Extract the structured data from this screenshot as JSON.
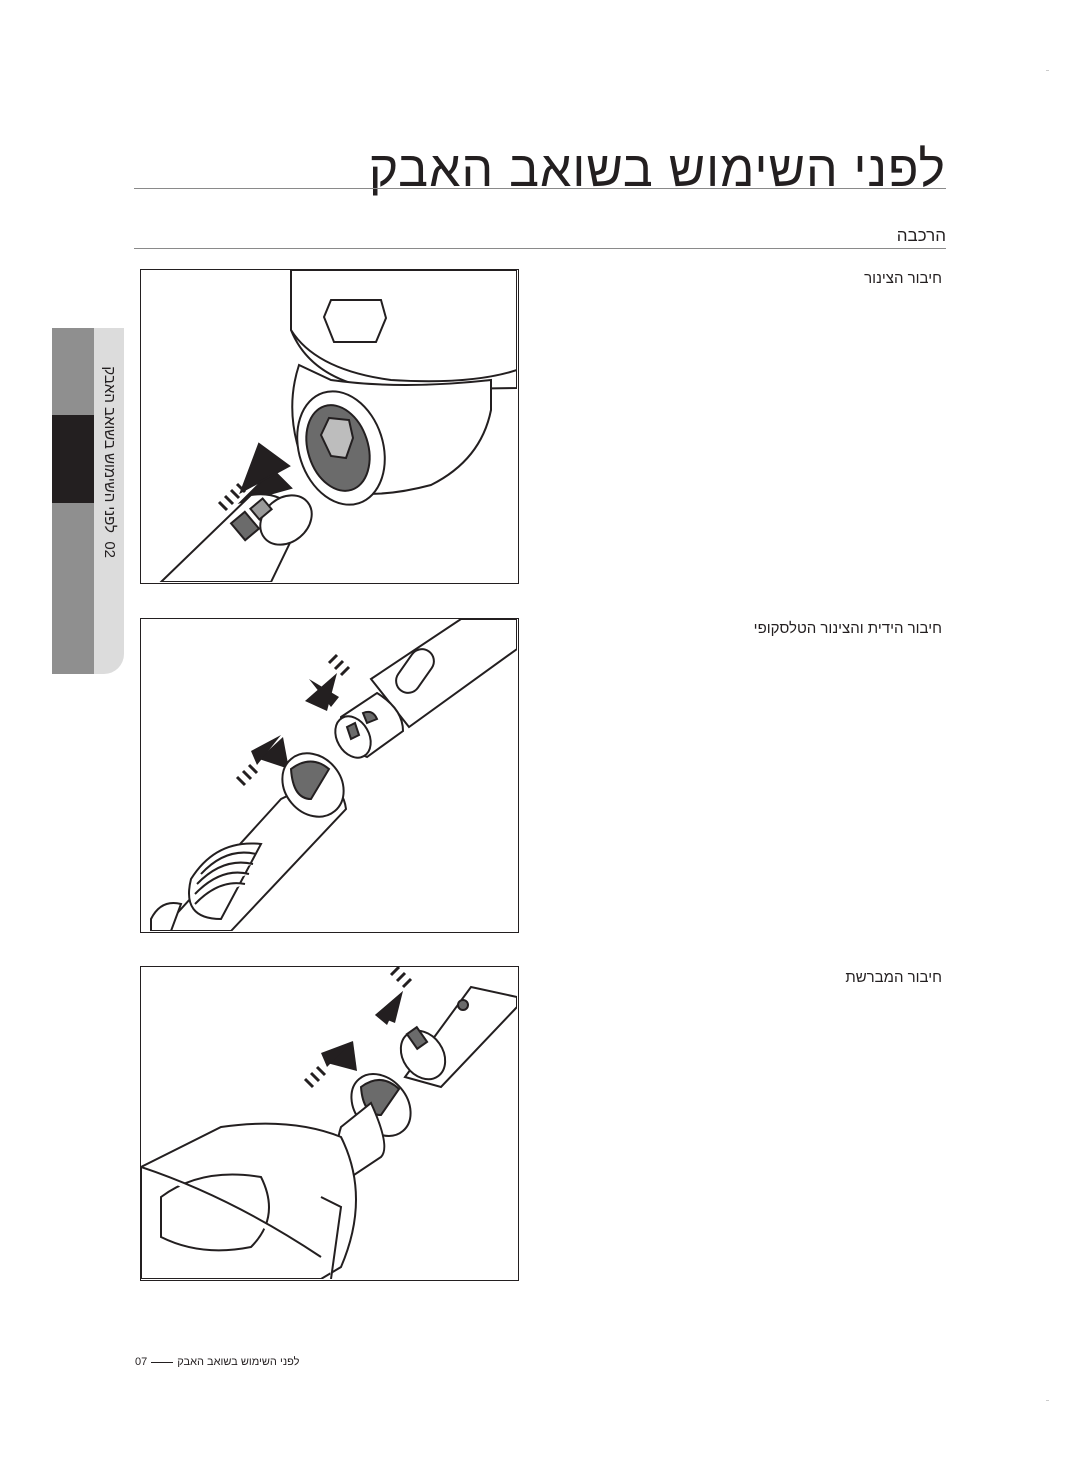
{
  "page": {
    "title": "לפני השימוש בשואב האבק",
    "section_heading": "הרכבה"
  },
  "side_tab": {
    "number": "02",
    "label": "לפני השימוש בשואב האבק"
  },
  "steps": [
    {
      "caption": "חיבור הצינור"
    },
    {
      "caption": "חיבור הידית והצינור הטלסקופי"
    },
    {
      "caption": "חיבור המברשת"
    }
  ],
  "footer": {
    "page_number": "07",
    "label": "לפני השימוש בשואב האבק"
  }
}
